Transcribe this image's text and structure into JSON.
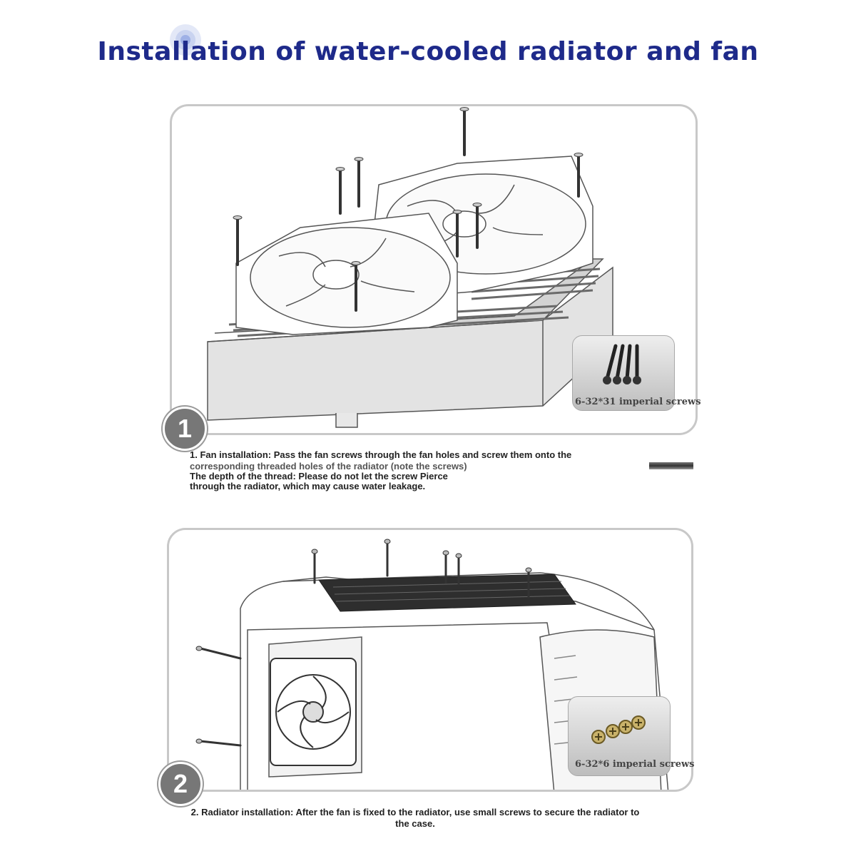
{
  "title": "Installation of water-cooled radiator and fan",
  "step1": {
    "number": "1",
    "inset_label": "6-32*31 imperial screws",
    "caption_line1": "1. Fan installation: Pass the fan screws through the fan holes and screw them onto the",
    "caption_line2": "corresponding threaded holes of the radiator (note the screws)",
    "caption_line3": "The depth of the thread: Please do not let the screw Pierce",
    "caption_line4": "through the radiator, which may cause water leakage."
  },
  "step2": {
    "number": "2",
    "inset_label": "6-32*6 imperial screws",
    "caption": "2. Radiator installation: After the fan is fixed to the radiator, use small screws to secure the radiator to the case."
  },
  "colors": {
    "title": "#1e2a8a",
    "panel_border": "#c8c8c8",
    "badge": "#777777"
  },
  "icons": [
    "ring-icon",
    "screw-icon",
    "fan-icon",
    "radiator-icon",
    "pc-case-icon"
  ]
}
